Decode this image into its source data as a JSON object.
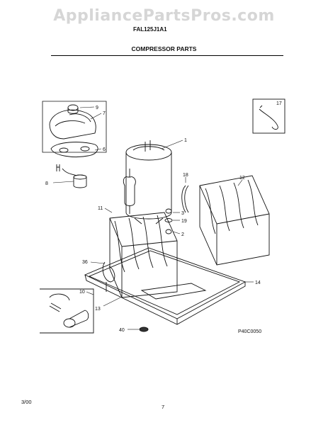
{
  "watermark": "AppliancePartsPros.com",
  "model": "FAL125J1A1",
  "title": "COMPRESSOR PARTS",
  "footer": {
    "date": "3/00",
    "page": "7"
  },
  "ref_code": "P40C0050",
  "callouts": {
    "c1": "1",
    "c2": "2",
    "c3": "3",
    "c6": "6",
    "c7": "7",
    "c8": "8",
    "c9": "9",
    "c10": "10",
    "c11": "11",
    "c12": "12",
    "c13": "13",
    "c14": "14",
    "c17": "17",
    "c18": "18",
    "c19": "19",
    "c36": "36",
    "c40": "40"
  }
}
